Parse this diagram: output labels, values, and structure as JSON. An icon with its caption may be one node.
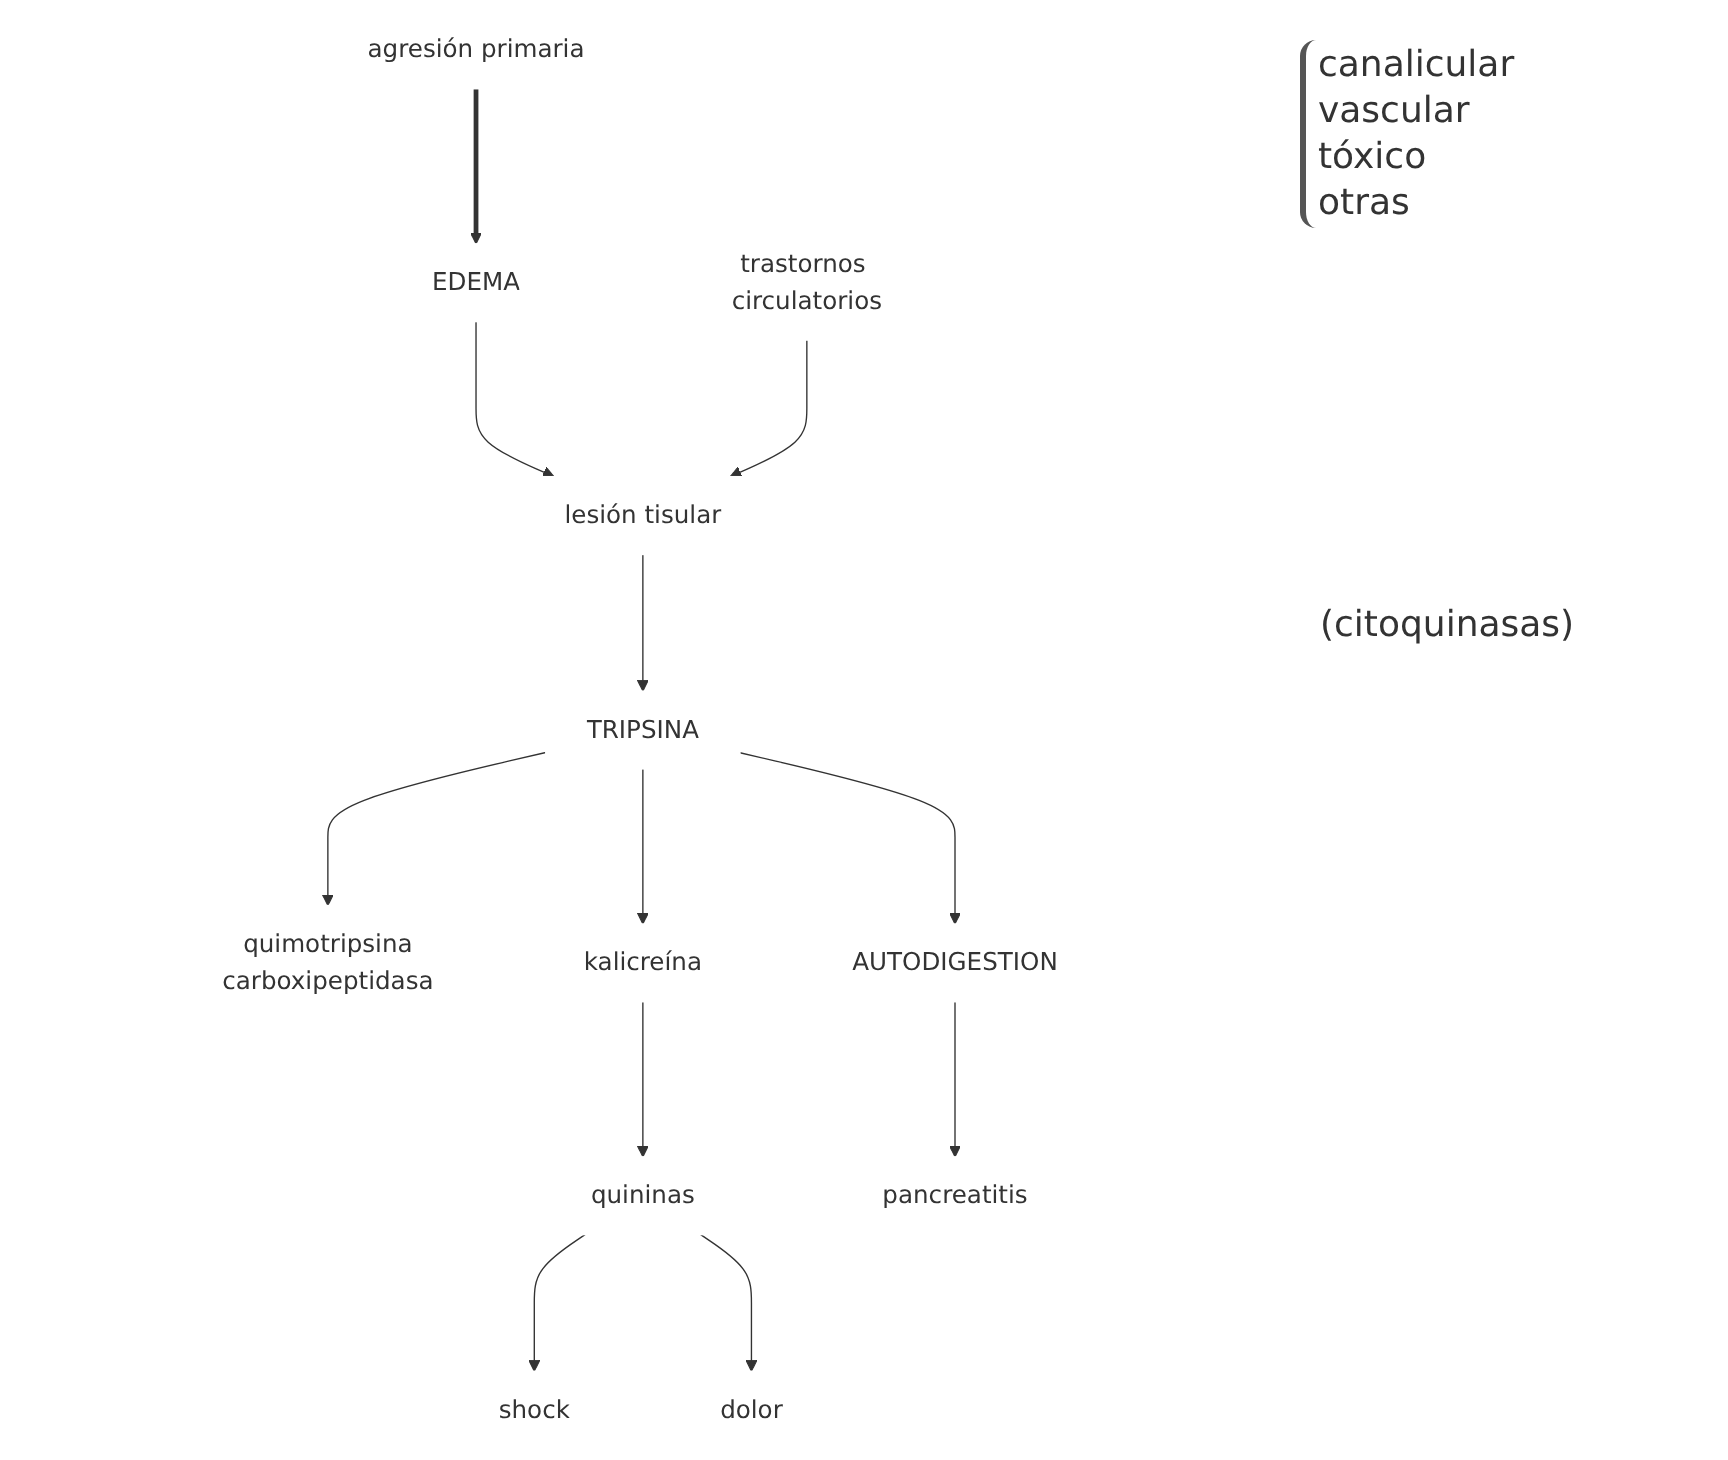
{
  "diagram": {
    "nodes": [
      {
        "text": [
          "agresión primaria"
        ]
      },
      {
        "text": [
          "EDEMA"
        ]
      },
      {
        "text": [
          "trastornos circulatorios"
        ]
      },
      {
        "text": [
          "lesión tisular"
        ]
      },
      {
        "text": [
          "TRIPSINA"
        ]
      },
      {
        "text": [
          "quimotripsina",
          "carboxipeptidasa"
        ]
      },
      {
        "text": [
          "kalicreína"
        ]
      },
      {
        "text": [
          "quininas"
        ]
      },
      {
        "text": [
          "AUTODIGESTION"
        ]
      },
      {
        "text": [
          "pancreatitis"
        ]
      },
      {
        "text": [
          "shock"
        ]
      },
      {
        "text": [
          "dolor"
        ]
      }
    ],
    "edges": [
      {
        "from": 0,
        "to": 1,
        "arrow": "to",
        "style": "thick"
      },
      {
        "from": 1,
        "to": 3,
        "arrow": "to"
      },
      {
        "from": 2,
        "to": 3,
        "arrow": "to"
      },
      {
        "from": 3,
        "to": 4,
        "arrow": "to"
      },
      {
        "from": 4,
        "to": 5,
        "arrow": "to"
      },
      {
        "from": 4,
        "to": 8,
        "arrow": "to"
      },
      {
        "from": 4,
        "to": 6,
        "arrow": "to"
      },
      {
        "from": 6,
        "to": 7,
        "arrow": "to"
      },
      {
        "from": 8,
        "to": 9,
        "arrow": "to"
      },
      {
        "from": 7,
        "to": 10,
        "arrow": "to"
      },
      {
        "from": 7,
        "to": 11,
        "arrow": "to"
      }
    ],
    "labels": [
      "canalicular",
      "vascular",
      "tóxico",
      "otras",
      "(citoquinasas)"
    ]
  }
}
